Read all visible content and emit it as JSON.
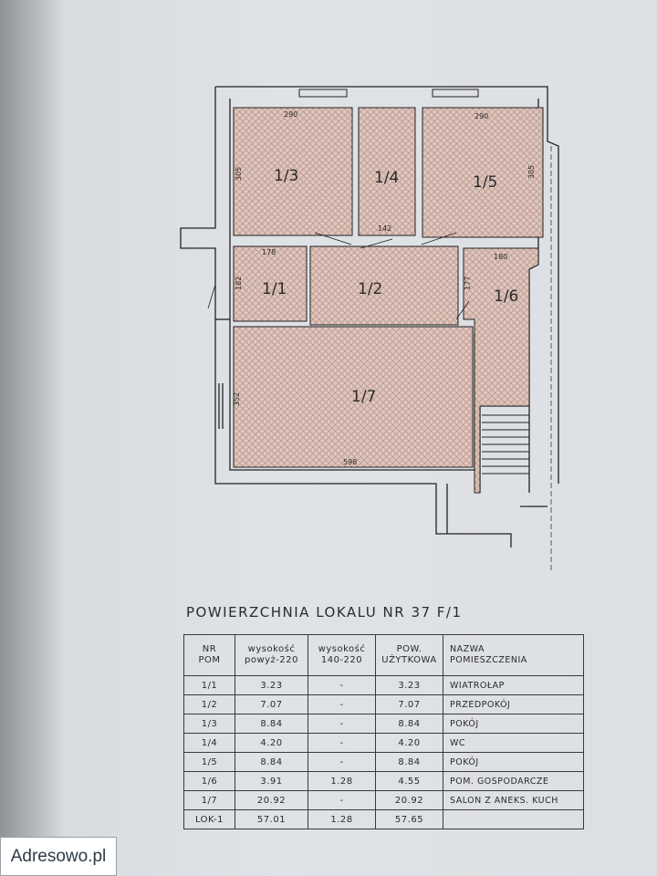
{
  "plan": {
    "rooms": [
      {
        "id": "1/3"
      },
      {
        "id": "1/4"
      },
      {
        "id": "1/5"
      },
      {
        "id": "1/1"
      },
      {
        "id": "1/2"
      },
      {
        "id": "1/6"
      },
      {
        "id": "1/7"
      }
    ],
    "dimensions": [
      "290",
      "290",
      "305",
      "305",
      "142",
      "178",
      "180",
      "182",
      "177",
      "352",
      "598"
    ],
    "colors": {
      "hatch": "#b99085",
      "room_fill": "#ddc6bd",
      "wall": "#222222"
    }
  },
  "title": "POWIERZCHNIA LOKALU NR 37 F/1",
  "table": {
    "headers": [
      [
        "NR",
        "POM"
      ],
      [
        "wysokość",
        "powyż-220"
      ],
      [
        "wysokość",
        "140-220"
      ],
      [
        "POW.",
        "UŻYTKOWA"
      ],
      [
        "NAZWA",
        "POMIESZCZENIA"
      ]
    ],
    "rows": [
      [
        "1/1",
        "3.23",
        "-",
        "3.23",
        "WIATROŁAP"
      ],
      [
        "1/2",
        "7.07",
        "-",
        "7.07",
        "PRZEDPOKÓJ"
      ],
      [
        "1/3",
        "8.84",
        "-",
        "8.84",
        "POKÓJ"
      ],
      [
        "1/4",
        "4.20",
        "-",
        "4.20",
        "WC"
      ],
      [
        "1/5",
        "8.84",
        "-",
        "8.84",
        "POKÓJ"
      ],
      [
        "1/6",
        "3.91",
        "1.28",
        "4.55",
        "POM. GOSPODARCZE"
      ],
      [
        "1/7",
        "20.92",
        "-",
        "20.92",
        "SALON Z ANEKS. KUCH"
      ],
      [
        "LOK-1",
        "57.01",
        "1.28",
        "57.65",
        ""
      ]
    ]
  },
  "watermark": "Adresowo.pl"
}
